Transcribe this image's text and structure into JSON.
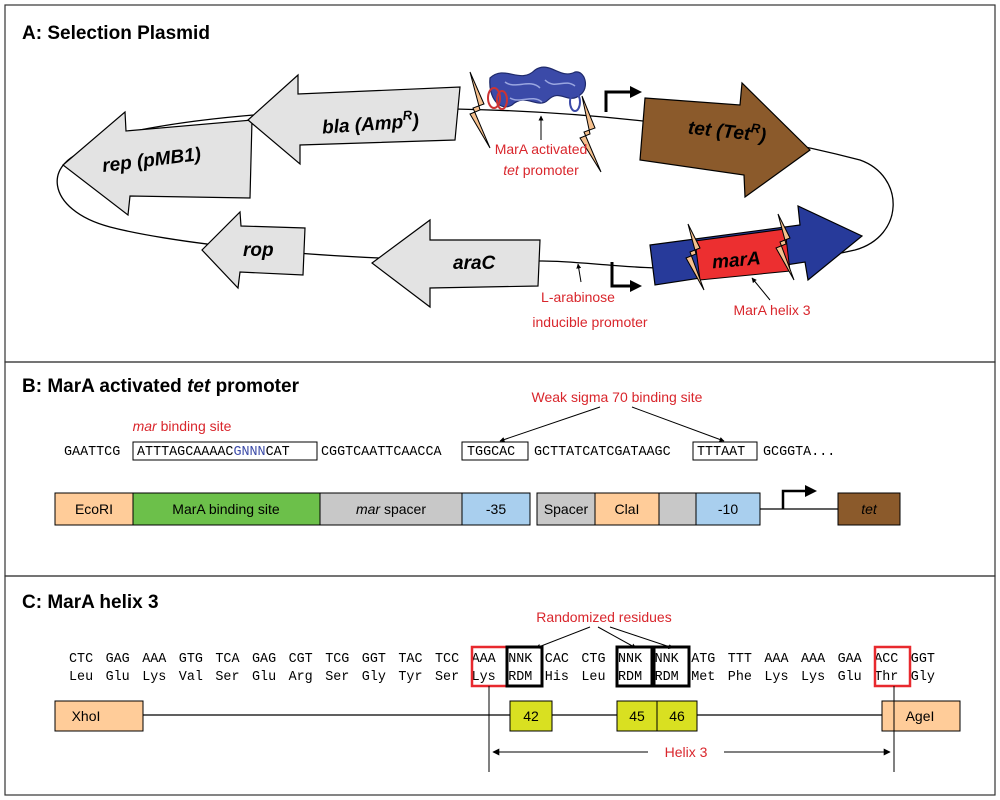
{
  "panels": {
    "a": {
      "title": "A: Selection Plasmid",
      "genes": {
        "rep": "rep (pMB1)",
        "bla_main": "bla (Amp",
        "bla_sup": "R",
        "bla_close": ")",
        "tet_main": "tet (Tet",
        "tet_sup": "R",
        "tet_close": ")",
        "rop": "rop",
        "arac": "araC",
        "mara": "marA"
      },
      "annotations": {
        "mara_activated_line1": "MarA activated",
        "mara_activated_line2_italic": "tet",
        "mara_activated_line2_rest": " promoter",
        "arabinose_line1": "L-arabinose",
        "arabinose_line2": "inducible promoter",
        "helix3": "MarA helix 3"
      }
    },
    "b": {
      "title_prefix": "B: MarA activated ",
      "title_italic": "tet",
      "title_suffix": " promoter",
      "mar_binding_italic": "mar",
      "mar_binding_rest": " binding site",
      "sigma_label": "Weak sigma 70 binding site",
      "sequence": {
        "s1": "GAATTCG",
        "s2": "ATTTAGCAAAAC",
        "s3": "GNNN",
        "s4": "CAT",
        "s5": "CGGTCAATTCAACCA",
        "s6": "TGGCAC",
        "s7": "GCTTATCATCGATAAGC",
        "s8": "TTTAAT",
        "s9": "GCGGTA..."
      },
      "segments": {
        "ecori": "EcoRI",
        "mara_site": "MarA binding site",
        "mar_spacer_italic": "mar",
        "mar_spacer_rest": " spacer",
        "minus35": "-35",
        "spacer": "Spacer",
        "clai": "ClaI",
        "minus10": "-10",
        "tet": "tet"
      }
    },
    "c": {
      "title": "C:  MarA helix 3",
      "randomized_label": "Randomized residues",
      "codons": [
        "CTC",
        "GAG",
        "AAA",
        "GTG",
        "TCA",
        "GAG",
        "CGT",
        "TCG",
        "GGT",
        "TAC",
        "TCC",
        "AAA",
        "NNK",
        "CAC",
        "CTG",
        "NNK",
        "NNK",
        "ATG",
        "TTT",
        "AAA",
        "AAA",
        "GAA",
        "ACC",
        "GGT"
      ],
      "residues": [
        "Leu",
        "Glu",
        "Lys",
        "Val",
        "Ser",
        "Glu",
        "Arg",
        "Ser",
        "Gly",
        "Tyr",
        "Ser",
        "Lys",
        "RDM",
        "His",
        "Leu",
        "RDM",
        "RDM",
        "Met",
        "Phe",
        "Lys",
        "Lys",
        "Glu",
        "Thr",
        "Gly"
      ],
      "xhoi": "XhoI",
      "agei": "AgeI",
      "pos42": "42",
      "pos45": "45",
      "pos46": "46",
      "helix3_label": "Helix 3"
    }
  },
  "colors": {
    "gene_gray": "#e3e3e3",
    "tet_brown": "#8b5a2b",
    "mara_red": "#ec2f30",
    "mara_blue": "#273a9a",
    "label_red": "#d9262c",
    "peach": "#ffcc99",
    "green": "#6cc04a",
    "light_blue": "#a9cfee",
    "mid_gray": "#c8c8c8",
    "yellow_green": "#d9e021",
    "box_red": "#e8292e"
  }
}
